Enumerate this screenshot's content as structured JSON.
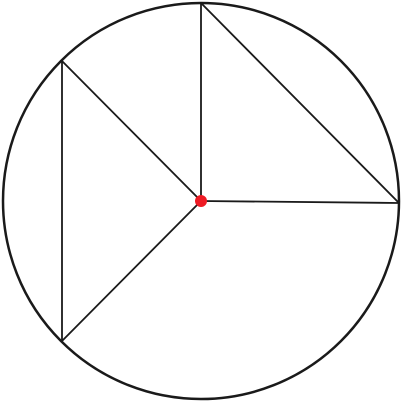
{
  "diagram": {
    "colors": {
      "background": "#ffffff",
      "stroke": "#1a1a1a",
      "center_point": "#ee1b24"
    },
    "shapes": [
      {
        "kind": "circle",
        "name": "outer-circle"
      },
      {
        "kind": "segment",
        "name": "radius-to-top",
        "from": "center",
        "to": "top"
      },
      {
        "kind": "segment",
        "name": "radius-to-right",
        "from": "center",
        "to": "right"
      },
      {
        "kind": "segment",
        "name": "chord-top-right",
        "from": "top",
        "to": "right"
      },
      {
        "kind": "segment",
        "name": "radius-to-upper-left",
        "from": "center",
        "to": "upper-left"
      },
      {
        "kind": "segment",
        "name": "radius-to-lower-left",
        "from": "center",
        "to": "lower-left"
      },
      {
        "kind": "segment",
        "name": "chord-left",
        "from": "upper-left",
        "to": "lower-left"
      },
      {
        "kind": "point",
        "name": "center-point",
        "at": "center"
      }
    ]
  }
}
